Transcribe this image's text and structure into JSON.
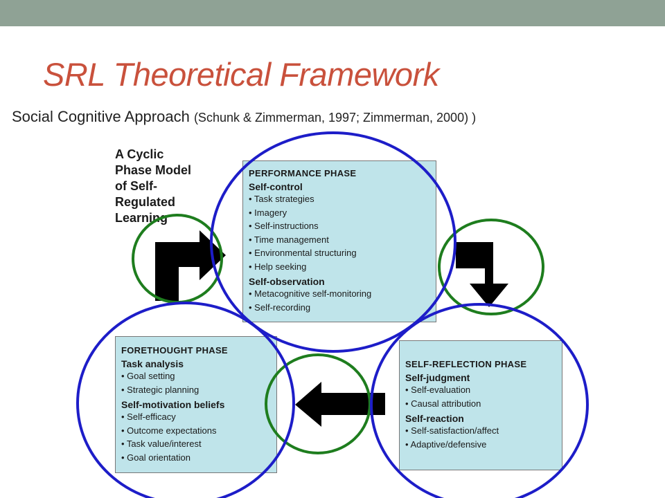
{
  "slide": {
    "title": "SRL Theoretical Framework",
    "subtitle_main": "Social Cognitive Approach ",
    "subtitle_citation": "(Schunk & Zimmerman, 1997; Zimmerman, 2000) )"
  },
  "diagram": {
    "model_label_lines": [
      "A Cyclic",
      "Phase Model",
      "of Self-",
      "Regulated",
      "Learning"
    ],
    "performance": {
      "title": "PERFORMANCE PHASE",
      "group1": "Self-control",
      "items1": [
        "• Task strategies",
        "• Imagery",
        "• Self-instructions",
        "• Time management",
        "• Environmental structuring",
        "• Help seeking"
      ],
      "group2": "Self-observation",
      "items2": [
        "• Metacognitive self-monitoring",
        "• Self-recording"
      ]
    },
    "forethought": {
      "title": "FORETHOUGHT PHASE",
      "group1": "Task analysis",
      "items1": [
        "• Goal setting",
        "• Strategic planning"
      ],
      "group2": "Self-motivation beliefs",
      "items2": [
        "• Self-efficacy",
        "• Outcome expectations",
        "• Task value/interest",
        "• Goal orientation"
      ]
    },
    "reflection": {
      "title": "SELF-REFLECTION PHASE",
      "group1": "Self-judgment",
      "items1": [
        "• Self-evaluation",
        "• Causal attribution"
      ],
      "group2": "Self-reaction",
      "items2": [
        "• Self-satisfaction/affect",
        "• Adaptive/defensive"
      ]
    },
    "colors": {
      "title": "#c9513c",
      "top_bar": "#8fa295",
      "phase_box_fill": "#bfe4ea",
      "phase_circle": "#1d1dc8",
      "arrow_circle": "#1e7d1e",
      "arrow": "#000000"
    }
  }
}
